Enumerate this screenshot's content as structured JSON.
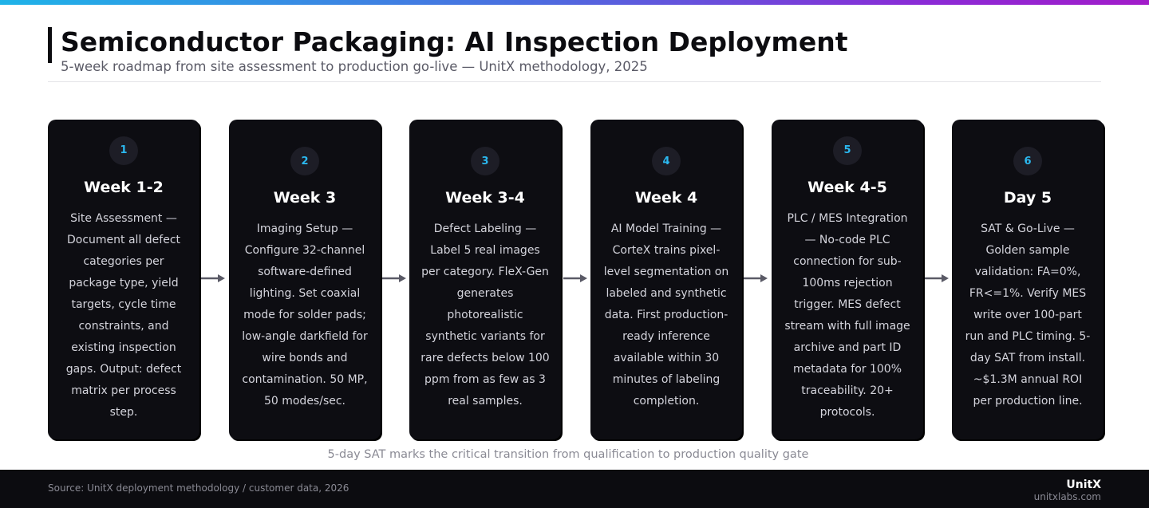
{
  "title": "Semiconductor Packaging: AI Inspection Deployment",
  "subtitle": "5-week roadmap from site assessment to production go-live — UnitX methodology, 2025",
  "steps": [
    {
      "number": "1",
      "week": "Week 1-2",
      "description": "Site Assessment — Document all defect categories per package type, yield targets, cycle time constraints, and existing inspection gaps. Output: defect matrix per process step."
    },
    {
      "number": "2",
      "week": "Week 3",
      "description": "Imaging Setup — Configure 32-channel software-defined lighting. Set coaxial mode for solder pads; low-angle darkfield for wire bonds and contamination. 50 MP, 50 modes/sec."
    },
    {
      "number": "3",
      "week": "Week 3-4",
      "description": "Defect Labeling — Label 5 real images per category. FleX-Gen generates photorealistic synthetic variants for rare defects below 100 ppm from as few as 3 real samples."
    },
    {
      "number": "4",
      "week": "Week 4",
      "description": "AI Model Training — CorteX trains pixel-level segmentation on labeled and synthetic data. First production-ready inference available within 30 minutes of labeling completion."
    },
    {
      "number": "5",
      "week": "Week 4-5",
      "description": "PLC / MES Integration — No-code PLC connection for sub-100ms rejection trigger. MES defect stream with full image archive and part ID metadata for 100% traceability. 20+ protocols."
    },
    {
      "number": "6",
      "week": "Day 5",
      "description": "SAT & Go-Live — Golden sample validation: FA=0%, FR<=1%. Verify MES write over 100-part run and PLC timing. 5-day SAT from install. ~$1.3M annual ROI per production line."
    }
  ],
  "caption": "5-day SAT marks the critical transition from qualification to production quality gate",
  "footer": {
    "source": "Source: UnitX deployment methodology / customer data, 2026",
    "brand": "UnitX",
    "url": "unitxlabs.com"
  },
  "colors": {
    "card": "#0d0d12",
    "badge_text": "#2bb8ef",
    "arrow": "#5a5a66"
  },
  "icons": {
    "connector": "arrow-right-icon"
  }
}
